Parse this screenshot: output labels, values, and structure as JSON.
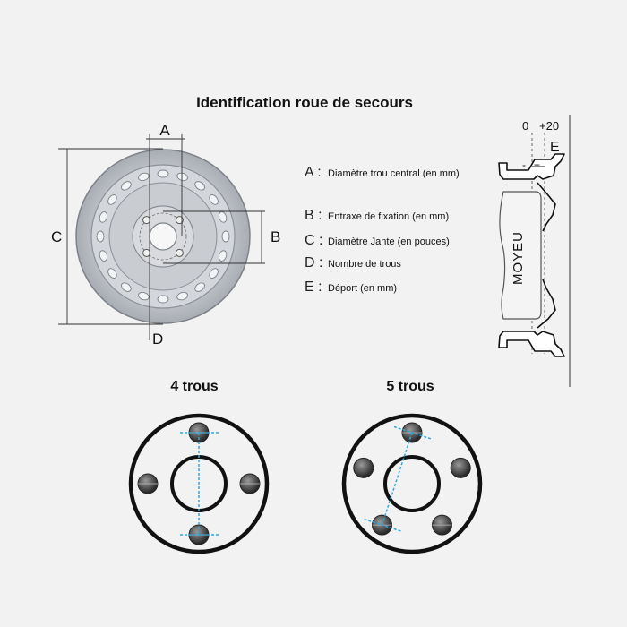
{
  "title": "Identification roue de secours",
  "legend": [
    {
      "letter": "A :",
      "text": "Diamètre trou central (en mm)"
    },
    {
      "letter": "B :",
      "text": "Entraxe de fixation (en mm)"
    },
    {
      "letter": "C :",
      "text": "Diamètre Jante (en pouces)"
    },
    {
      "letter": "D :",
      "text": "Nombre de trous"
    },
    {
      "letter": "E :",
      "text": "Déport (en mm)"
    }
  ],
  "dims": {
    "a": "A",
    "b": "B",
    "c": "C",
    "d": "D",
    "e": "E"
  },
  "hub": {
    "label": "MOYEU",
    "zero": "0",
    "plus20": "+20",
    "minus": "-",
    "plus": "+"
  },
  "patterns": [
    {
      "title": "4 trous",
      "holes": 4
    },
    {
      "title": "5 trous",
      "holes": 5
    }
  ],
  "colors": {
    "wheel": "#c9ccd1",
    "wheel_dark": "#9ea3aa",
    "measure": "#2aa9e0",
    "ink": "#111111"
  }
}
